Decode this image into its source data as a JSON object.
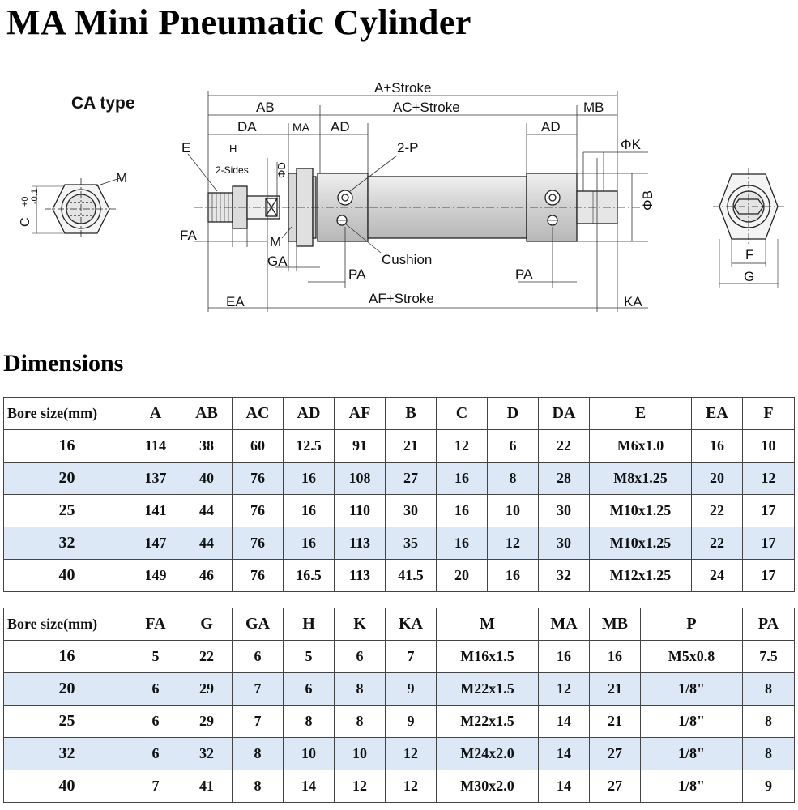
{
  "title": "MA Mini Pneumatic Cylinder",
  "drawing": {
    "type_label": "CA type",
    "labels": {
      "a_stroke": "A+Stroke",
      "ab": "AB",
      "ac_stroke": "AC+Stroke",
      "mb": "MB",
      "da": "DA",
      "ma": "MA",
      "ad_left": "AD",
      "ad_right": "AD",
      "two_p": "2-P",
      "phi_k": "ΦK",
      "phi_b": "ΦB",
      "phi_d": "ΦD",
      "e": "E",
      "h": "H",
      "two_sides": "2-Sides",
      "fa": "FA",
      "m_rod": "M",
      "ga": "GA",
      "cushion": "Cushion",
      "pa_left": "PA",
      "pa_right": "PA",
      "ea": "EA",
      "af_stroke": "AF+Stroke",
      "ka": "KA",
      "c_tol": "C",
      "c_tol_sup": "+0",
      "c_tol_sub": "-0.1",
      "m_left": "M",
      "f": "F",
      "g": "G"
    }
  },
  "dimensions_title": "Dimensions",
  "table1": {
    "headers": [
      "Bore size(mm)",
      "A",
      "AB",
      "AC",
      "AD",
      "AF",
      "B",
      "C",
      "D",
      "DA",
      "E",
      "EA",
      "F"
    ],
    "rows": [
      [
        "16",
        "114",
        "38",
        "60",
        "12.5",
        "91",
        "21",
        "12",
        "6",
        "22",
        "M6x1.0",
        "16",
        "10"
      ],
      [
        "20",
        "137",
        "40",
        "76",
        "16",
        "108",
        "27",
        "16",
        "8",
        "28",
        "M8x1.25",
        "20",
        "12"
      ],
      [
        "25",
        "141",
        "44",
        "76",
        "16",
        "110",
        "30",
        "16",
        "10",
        "30",
        "M10x1.25",
        "22",
        "17"
      ],
      [
        "32",
        "147",
        "44",
        "76",
        "16",
        "113",
        "35",
        "16",
        "12",
        "30",
        "M10x1.25",
        "22",
        "17"
      ],
      [
        "40",
        "149",
        "46",
        "76",
        "16.5",
        "113",
        "41.5",
        "20",
        "16",
        "32",
        "M12x1.25",
        "24",
        "17"
      ]
    ]
  },
  "table2": {
    "headers": [
      "Bore size(mm)",
      "FA",
      "G",
      "GA",
      "H",
      "K",
      "KA",
      "M",
      "MA",
      "MB",
      "P",
      "PA"
    ],
    "rows": [
      [
        "16",
        "5",
        "22",
        "6",
        "5",
        "6",
        "7",
        "M16x1.5",
        "16",
        "16",
        "M5x0.8",
        "7.5"
      ],
      [
        "20",
        "6",
        "29",
        "7",
        "6",
        "8",
        "9",
        "M22x1.5",
        "12",
        "21",
        "1/8\"",
        "8"
      ],
      [
        "25",
        "6",
        "29",
        "7",
        "8",
        "8",
        "9",
        "M22x1.5",
        "14",
        "21",
        "1/8\"",
        "8"
      ],
      [
        "32",
        "6",
        "32",
        "8",
        "10",
        "10",
        "12",
        "M24x2.0",
        "14",
        "27",
        "1/8\"",
        "8"
      ],
      [
        "40",
        "7",
        "41",
        "8",
        "14",
        "12",
        "12",
        "M30x2.0",
        "14",
        "27",
        "1/8\"",
        "9"
      ]
    ]
  },
  "colors": {
    "row_alt": "#dce8f6",
    "cylinder": "#d9d9d9"
  }
}
